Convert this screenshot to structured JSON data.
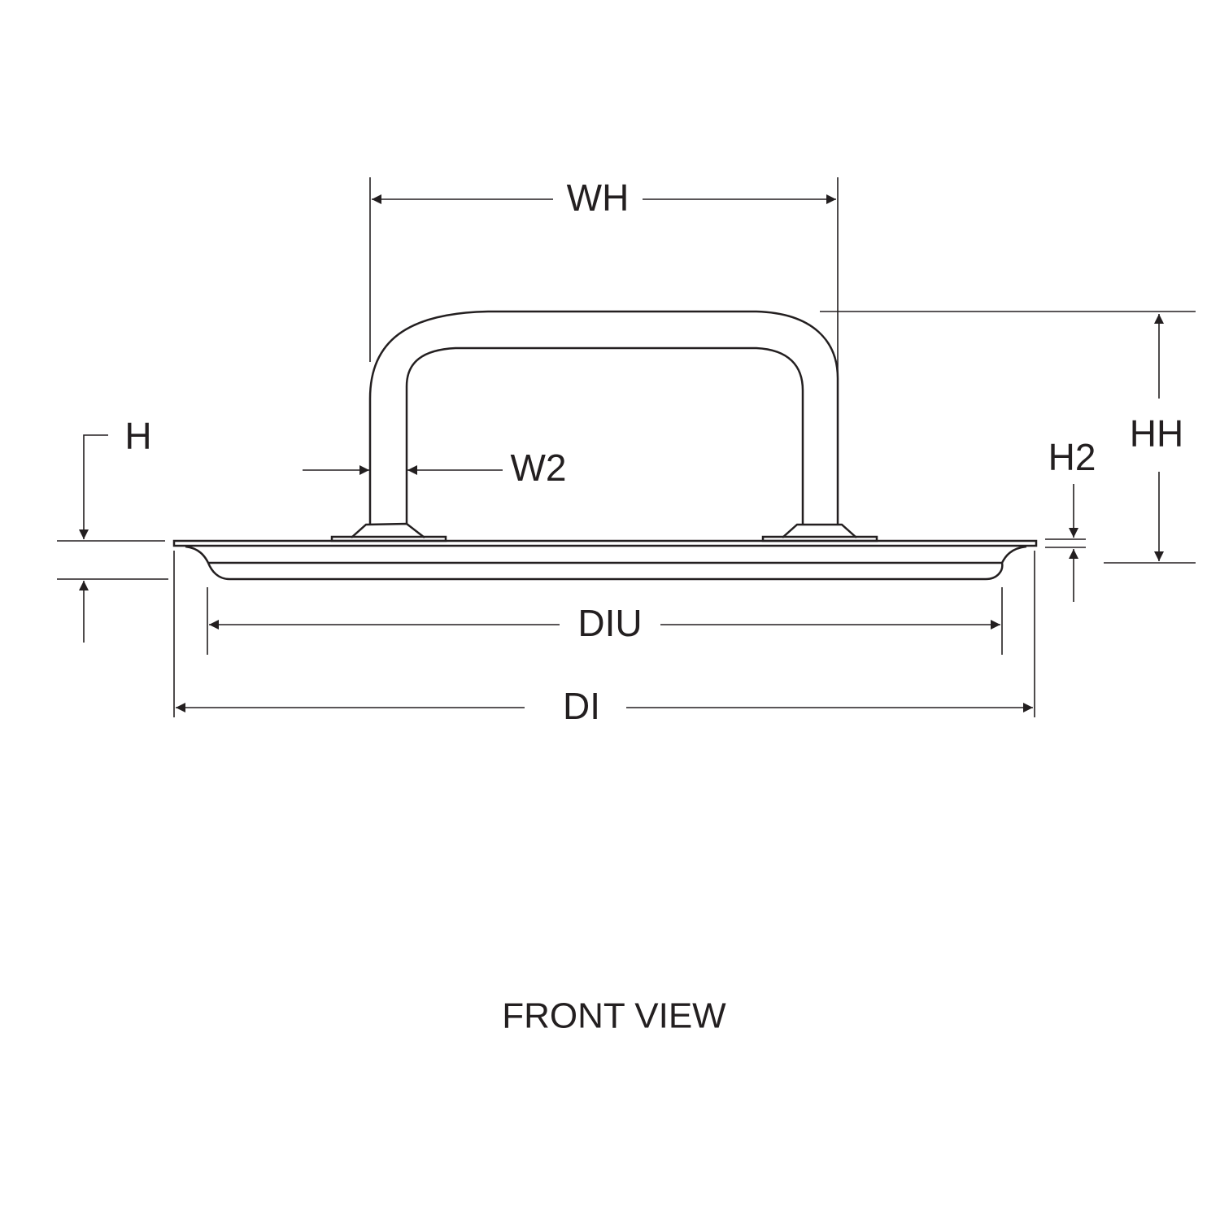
{
  "labels": {
    "wh": "WH",
    "hh": "HH",
    "h": "H",
    "h2": "H2",
    "w2": "W2",
    "diu": "DIU",
    "di": "DI"
  },
  "caption": "FRONT VIEW",
  "colors": {
    "ink": "#231f20",
    "background": "#ffffff"
  }
}
